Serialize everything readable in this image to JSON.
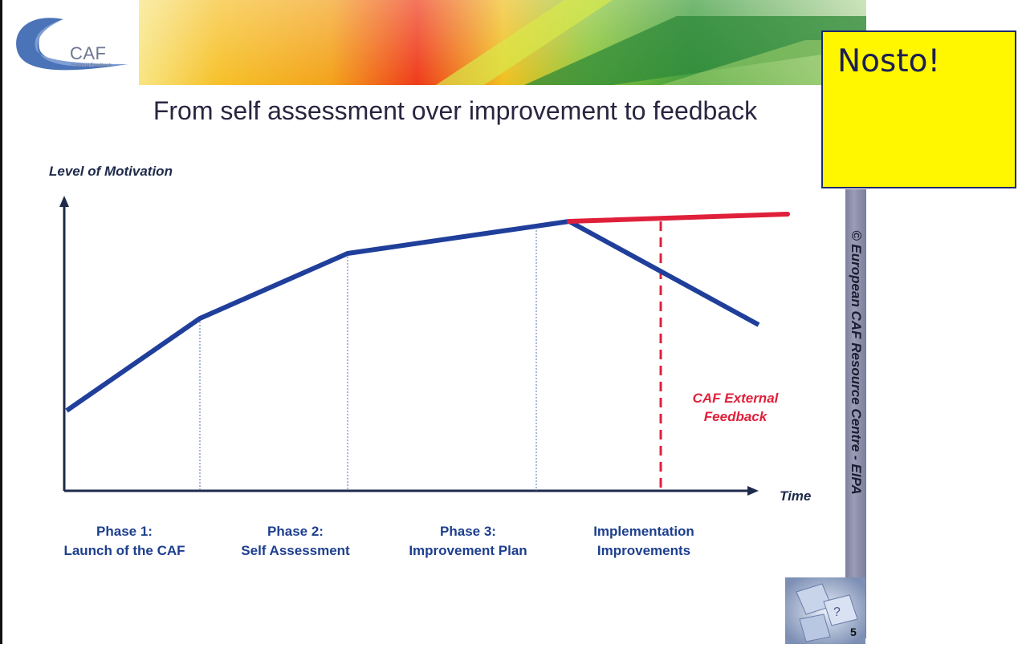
{
  "slide": {
    "title": "From self assessment over improvement to feedback",
    "logo_text": "CAF",
    "logo_subtext": "External Feedback",
    "copyright": "© European CAF Resource Centre - EIPA",
    "page_number": "5"
  },
  "sticky_note": {
    "text": "Nosto!"
  },
  "chart": {
    "ylabel": "Level of Motivation",
    "xlabel": "Time",
    "feedback_label_line1": "CAF External",
    "feedback_label_line2": "Feedback",
    "phases": [
      {
        "line1": "Phase 1:",
        "line2": "Launch of the CAF"
      },
      {
        "line1": "Phase 2:",
        "line2": "Self Assessment"
      },
      {
        "line1": "Phase 3:",
        "line2": "Improvement Plan"
      },
      {
        "line1": "Implementation",
        "line2": "Improvements"
      }
    ]
  },
  "colors": {
    "main_line": "#1f3f9b",
    "feedback_line": "#e0203a",
    "phase_text": "#1d3f8e",
    "sticky_note": "#fff700",
    "side_strip": "#8a8ea8"
  }
}
